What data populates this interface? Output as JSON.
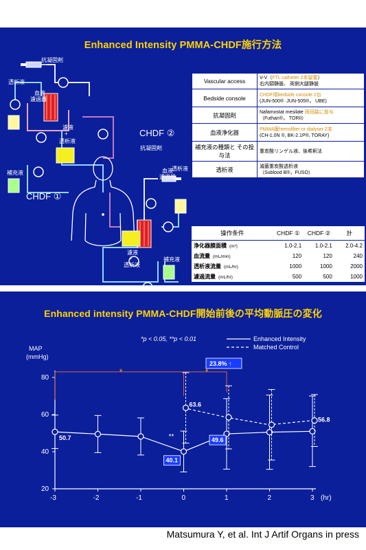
{
  "top": {
    "title": "Enhanced Intensity PMMA-CHDF施行方法",
    "labels": {
      "anticoag_top": "抗凝固剤",
      "dialysate_left": "透析液",
      "hemofilter_left_1": "血液",
      "hemofilter_left_2": "濾過器",
      "filtrate_left_1": "濾液",
      "filtrate_left_2": "+",
      "filtrate_left_3": "透析液",
      "replacement_left": "補充液",
      "chdf1": "CHDF ①",
      "chdf2": "CHDF ②",
      "anticoag_right": "抗凝固剤",
      "hemofilter_right_1": "血液",
      "hemofilter_right_2": "濾過器",
      "dialysate_right": "透析液",
      "filtrate_right_1": "濾液",
      "filtrate_right_2": "+",
      "filtrate_right_3": "透析液",
      "replacement_right": "補充液"
    },
    "settings": [
      {
        "h": "Vascular access",
        "v1_pre": "V-V（",
        "v1_hl": "FTL catheter 2本留置",
        "v1_post": "）",
        "v2": "右内頸静脈、 両側大腿静脈"
      },
      {
        "h": "Bedside console",
        "v1_pre": "",
        "v1_hl": "CHDF用bedside console 2台",
        "v1_post": "",
        "v2": "(JUN-500® ·JUN-505®， UBE)"
      },
      {
        "h": "抗凝固剤",
        "v1_pre": "Nafamostat mesilate ",
        "v1_hl": "両回路に投与",
        "v1_post": "",
        "v2": "（Futhan®， TORII）"
      },
      {
        "h": "血液浄化器",
        "v1_pre": "",
        "v1_hl": "PMMA膜hemofilter or dialyser 2本",
        "v1_post": "",
        "v2": "(CH-1.0N ®, BK-2.1P®, TORAY)"
      },
      {
        "h": "補充液の種類と その投与法",
        "v1_pre": "重炭酸リンゲル液、後希釈法",
        "v1_hl": "",
        "v1_post": "",
        "v2": ""
      },
      {
        "h": "透析液",
        "v1_pre": "滅菌重炭酸透析液",
        "v1_hl": "",
        "v1_post": "",
        "v2": "（Sublood B®，FUSO）"
      }
    ],
    "ops": {
      "header": [
        "操作条件",
        "CHDF ①",
        "CHDF ②",
        "計"
      ],
      "rows": [
        {
          "name": "浄化器膜面積",
          "unit": "(m²)",
          "c1": "1.0-2.1",
          "c2": "1.0-2.1",
          "total": "2.0-4.2"
        },
        {
          "name": "血流量",
          "unit": "(mL/min)",
          "c1": "120",
          "c2": "120",
          "total": "240"
        },
        {
          "name": "透析液流量",
          "unit": "(mL/hr)",
          "c1": "1000",
          "c2": "1000",
          "total": "2000"
        },
        {
          "name": "濾過流量",
          "unit": "(mL/hr)",
          "c1": "500",
          "c2": "500",
          "total": "1000"
        }
      ]
    }
  },
  "bottom": {
    "title": "Enhanced intensity PMMA-CHDF開始前後の平均動脈圧の変化",
    "significance": "*p < 0.05, **p < 0.01",
    "percent_badge": "23.8% ↑",
    "citation": "Matsumura Y, et al. Int J Artif Organs in press"
  },
  "colors": {
    "background": "#0b1f9a",
    "title_yellow": "#ffd400",
    "highlight_orange": "#d08a00",
    "bracket": "#e0603a",
    "label_blue": "#1a3cff"
  },
  "chart_data": {
    "type": "line",
    "ylabel": "MAP (mmHg)",
    "xlabel": "(hr)",
    "xlim": [
      -3,
      3
    ],
    "ylim": [
      20,
      80
    ],
    "x_ticks": [
      -3,
      -2,
      -1,
      0,
      1,
      2,
      3
    ],
    "y_ticks": [
      20,
      40,
      60,
      80
    ],
    "legend": "top-right",
    "series": [
      {
        "name": "Enhanced Intensity",
        "style": "solid",
        "x": [
          -3,
          -2,
          -1,
          0,
          1,
          2,
          3
        ],
        "y": [
          50.7,
          49.5,
          48.2,
          40.1,
          49.6,
          50.5,
          51.0
        ],
        "err": [
          9,
          10,
          10,
          11,
          19,
          20,
          19
        ]
      },
      {
        "name": "Matched Control",
        "style": "dashed",
        "x": [
          0,
          1,
          2,
          3
        ],
        "y": [
          63.6,
          58.5,
          54.5,
          56.8
        ],
        "err": [
          19,
          17,
          19,
          14
        ]
      }
    ],
    "annotations": [
      {
        "text": "50.7",
        "x": -3,
        "y": 50.7
      },
      {
        "text": "40.1",
        "x": 0,
        "y": 40.1
      },
      {
        "text": "49.6",
        "x": 1,
        "y": 49.6
      },
      {
        "text": "63.6",
        "x": 0,
        "y": 63.6
      },
      {
        "text": "56.8",
        "x": 3,
        "y": 56.8
      },
      {
        "text": "**",
        "x": -0.35,
        "y": 47
      },
      {
        "text": "*",
        "x": -1.5,
        "y": 83
      },
      {
        "text": "*",
        "x": 0.5,
        "y": 83
      }
    ]
  }
}
